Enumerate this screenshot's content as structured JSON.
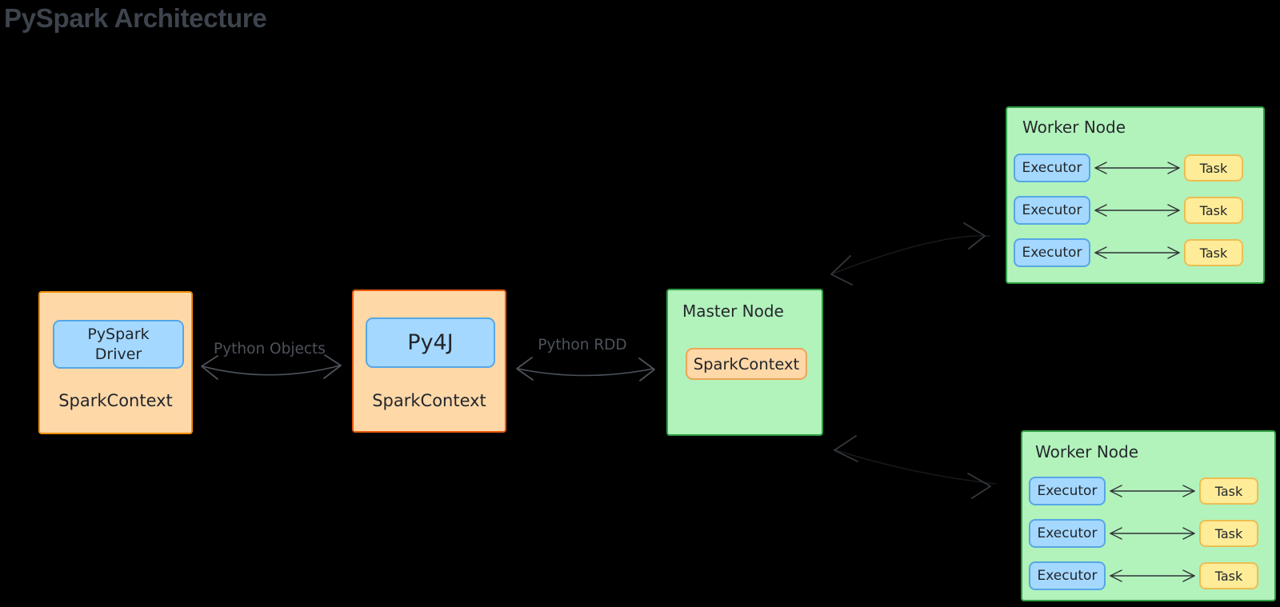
{
  "title": "PySpark Architecture",
  "colors": {
    "background": "#000000",
    "title_text": "#3e444d",
    "orange_fill": "#ffd8a8",
    "orange_stroke": "#f08c00",
    "orange_stroke_dark": "#e8590c",
    "blue_fill": "#a5d8ff",
    "blue_stroke": "#55a7e6",
    "green_fill": "#b2f2bb",
    "green_stroke": "#2f9e44",
    "yellow_fill": "#ffec99",
    "yellow_stroke": "#edbe51",
    "arrow_label_gray": "#4d535b",
    "node_text_dark": "#22262b"
  },
  "driver": {
    "inner_line1": "PySpark",
    "inner_line2": "Driver",
    "footer": "SparkContext"
  },
  "py4j": {
    "inner": "Py4J",
    "footer": "SparkContext"
  },
  "master": {
    "title": "Master Node",
    "chip": "SparkContext"
  },
  "links": {
    "driver_py4j": "Python Objects",
    "py4j_master": "Python RDD"
  },
  "workers": [
    {
      "title": "Worker Node",
      "rows": [
        {
          "executor": "Executor",
          "task": "Task"
        },
        {
          "executor": "Executor",
          "task": "Task"
        },
        {
          "executor": "Executor",
          "task": "Task"
        }
      ]
    },
    {
      "title": "Worker Node",
      "rows": [
        {
          "executor": "Executor",
          "task": "Task"
        },
        {
          "executor": "Executor",
          "task": "Task"
        },
        {
          "executor": "Executor",
          "task": "Task"
        }
      ]
    }
  ]
}
